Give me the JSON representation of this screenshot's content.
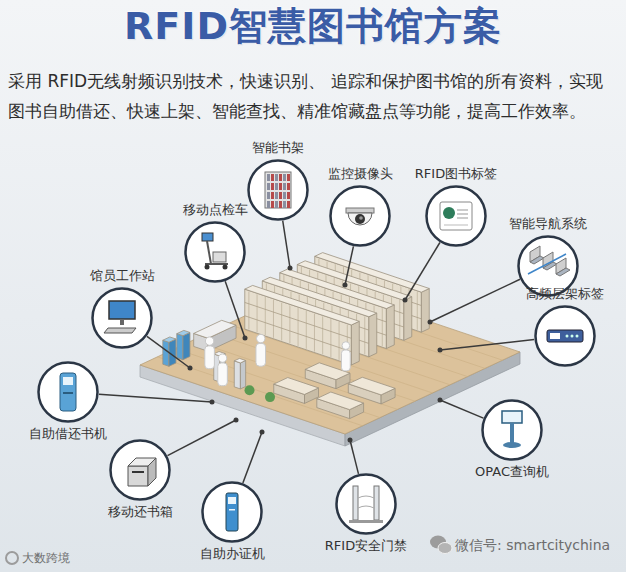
{
  "diagram": {
    "title": "RFID智慧图书馆方案",
    "nodes": [
      {
        "text": [
          "智能书架"
        ]
      },
      {
        "text": [
          "监控摄像头"
        ]
      },
      {
        "text": [
          "RFID图书标签"
        ]
      },
      {
        "text": [
          "移动点检车"
        ]
      },
      {
        "text": [
          "智能导航系统"
        ]
      },
      {
        "text": [
          "馆员工作站"
        ]
      },
      {
        "text": [
          "高频层架标签"
        ]
      },
      {
        "text": [
          "自助借还书机"
        ]
      },
      {
        "text": [
          "OPAC查询机"
        ]
      },
      {
        "text": [
          "移动还书箱"
        ]
      },
      {
        "text": [
          "自助办证机"
        ]
      },
      {
        "text": [
          "RFID安全门禁"
        ]
      }
    ],
    "labels": [
      "采用 RFID无线射频识别技术，快速识别、 追踪和保护图书馆的所有资料，实现 图书自助借还、快速上架、智能查找、精准馆藏盘点等功能，提高工作效率。",
      "大数跨境",
      "微信号: smartcitychina"
    ]
  }
}
